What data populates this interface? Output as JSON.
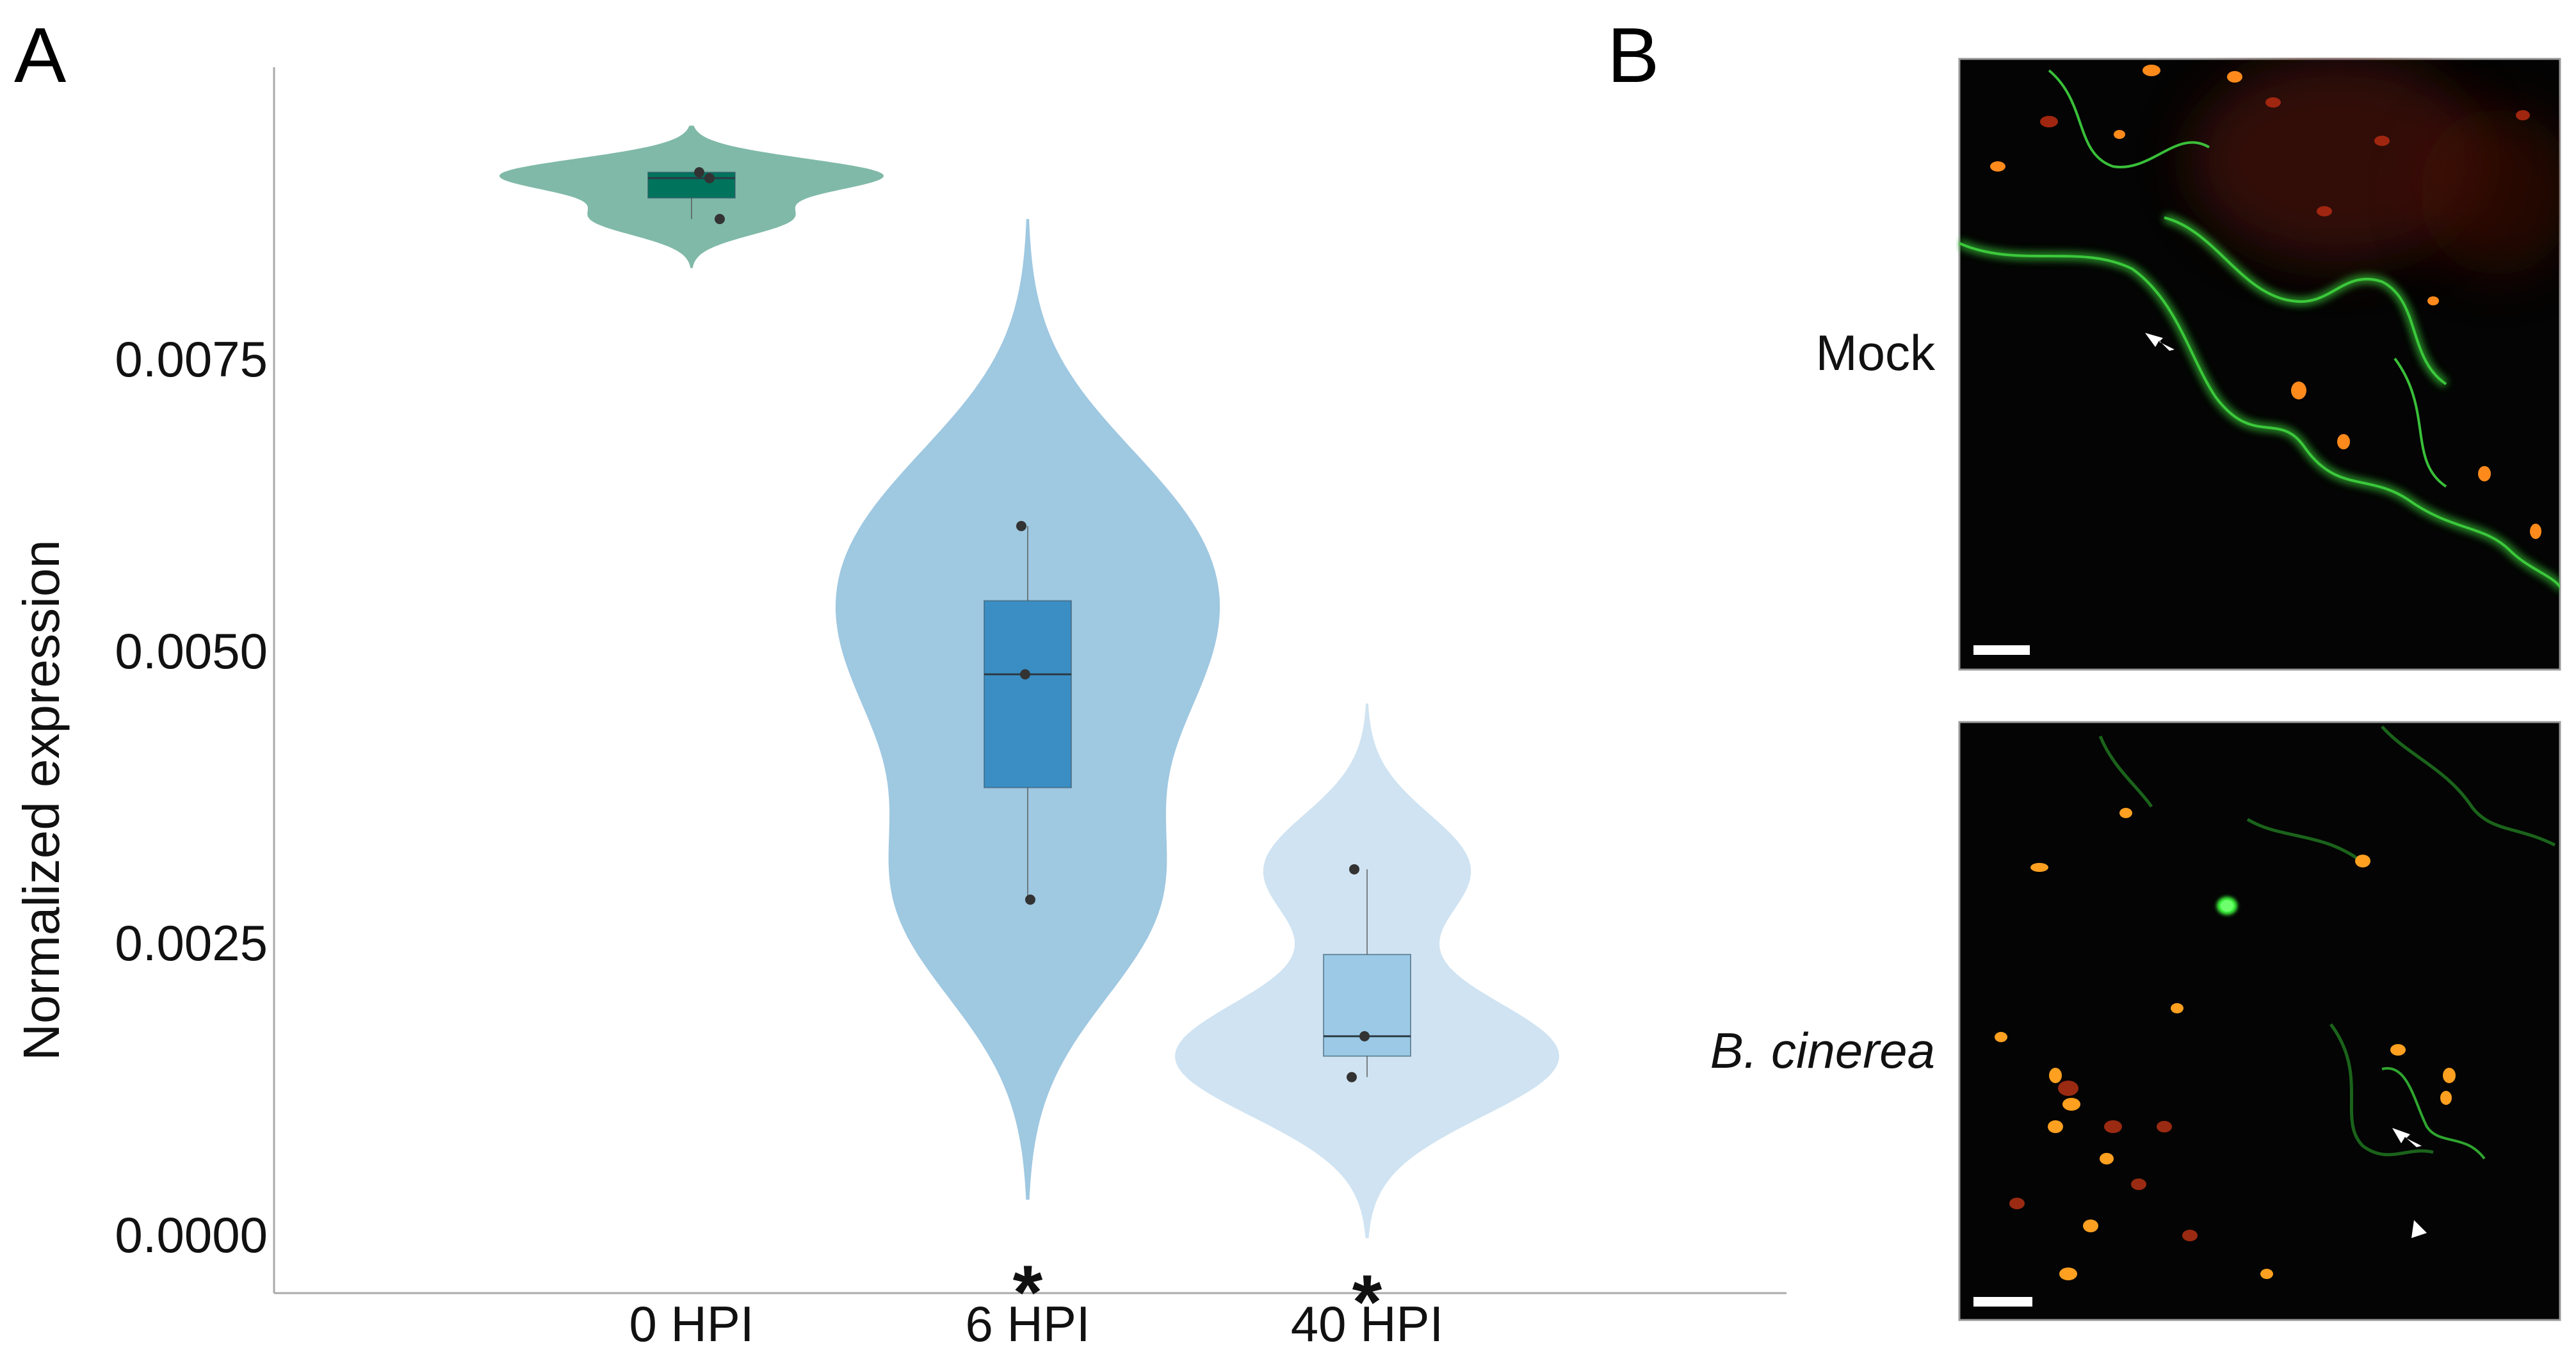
{
  "panels": {
    "a_label": "A",
    "b_label": "B"
  },
  "chart_data": {
    "type": "violin",
    "title": "",
    "xlabel": "",
    "ylabel": "Normalized expression",
    "ylim": [
      -0.0005,
      0.01
    ],
    "y_ticks": [
      0.0,
      0.0025,
      0.005,
      0.0075
    ],
    "y_tick_labels": [
      "0.0000",
      "0.0025",
      "0.0050",
      "0.0075"
    ],
    "grid": false,
    "categories": [
      "0 HPI",
      "6 HPI",
      "40 HPI"
    ],
    "significance": [
      "",
      "*",
      "*"
    ],
    "colors": {
      "violin": [
        "#80b9a8",
        "#9fc8e1",
        "#cfe3f2"
      ],
      "box": [
        "#00735d",
        "#3a8ec4",
        "#9bc9e6"
      ]
    },
    "series": [
      {
        "category": "0 HPI",
        "points": [
          0.0091,
          0.00905,
          0.0087
        ],
        "median": 0.00905,
        "q1": 0.00888,
        "q3": 0.0091,
        "whisker_low": 0.0087,
        "whisker_high": 0.0091,
        "violin_range": [
          0.00828,
          0.0095
        ]
      },
      {
        "category": "6 HPI",
        "points": [
          0.00607,
          0.0048,
          0.00287
        ],
        "median": 0.0048,
        "q1": 0.00383,
        "q3": 0.00543,
        "whisker_low": 0.00287,
        "whisker_high": 0.00607,
        "violin_range": [
          0.0003,
          0.0087
        ]
      },
      {
        "category": "40 HPI",
        "points": [
          0.00313,
          0.0017,
          0.00135
        ],
        "median": 0.0017,
        "q1": 0.00153,
        "q3": 0.0024,
        "whisker_low": 0.00135,
        "whisker_high": 0.00313,
        "violin_range": [
          -3e-05,
          0.00455
        ]
      }
    ]
  },
  "micrographs": [
    {
      "label": "Mock",
      "scale_bar": true
    },
    {
      "label": "B. cinerea",
      "scale_bar": true
    }
  ]
}
